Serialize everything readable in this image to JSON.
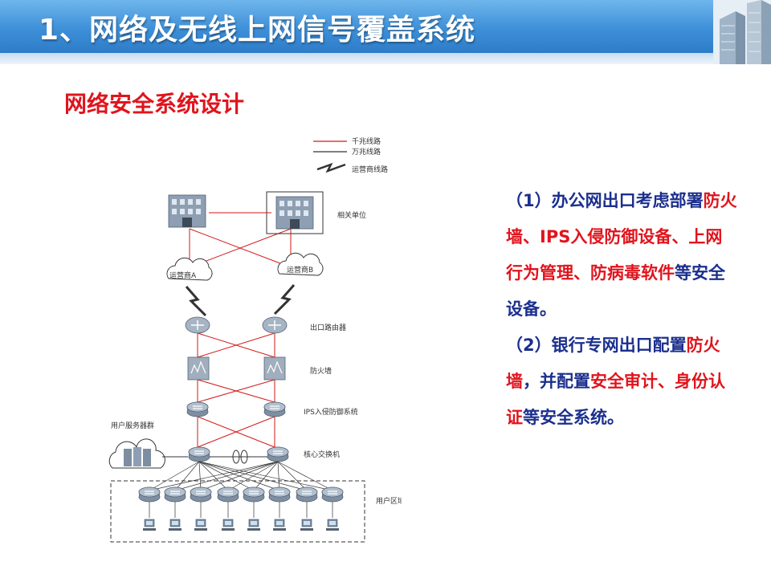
{
  "header": {
    "title": "1、网络及无线上网信号覆盖系统"
  },
  "subtitle": "网络安全系统设计",
  "legend": {
    "gigabit": "千兆线路",
    "tengigabit": "万兆线路",
    "carrier": "运营商线路"
  },
  "labels": {
    "related_units": "相关单位",
    "carrier_a": "运营商A",
    "carrier_b": "运营商B",
    "router": "出口路由器",
    "firewall": "防火墙",
    "ips": "IPS入侵防御系统",
    "servers": "用户服务器群",
    "core_switch": "核心交换机",
    "user_area": "用户区域"
  },
  "description": {
    "p1": [
      {
        "text": "（1）办公网出口考虑部署",
        "highlight": false
      },
      {
        "text": "防火墙、IPS入侵防御设备、上网行为管理、防病毒软件",
        "highlight": true
      },
      {
        "text": "等安全设备。",
        "highlight": false
      }
    ],
    "p2": [
      {
        "text": "（2）银行专网出口配置",
        "highlight": false
      },
      {
        "text": "防火墙",
        "highlight": true
      },
      {
        "text": "，并配置",
        "highlight": false
      },
      {
        "text": "安全审计、身份认证",
        "highlight": true
      },
      {
        "text": "等安全系统。",
        "highlight": false
      }
    ]
  },
  "colors": {
    "red": "#e0141d",
    "navy": "#1b2f8e",
    "header": "#3d8fd8"
  }
}
